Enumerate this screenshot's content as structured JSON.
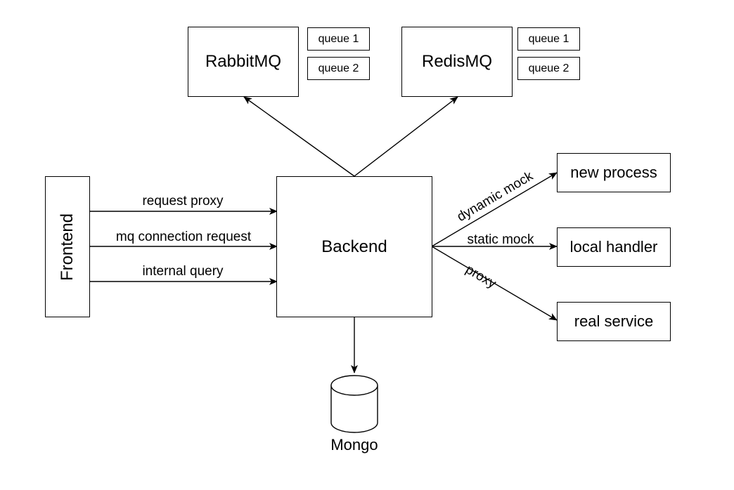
{
  "nodes": {
    "rabbitmq": "RabbitMQ",
    "rabbit_queue1": "queue 1",
    "rabbit_queue2": "queue 2",
    "redismq": "RedisMQ",
    "redis_queue1": "queue 1",
    "redis_queue2": "queue 2",
    "frontend": "Frontend",
    "backend": "Backend",
    "new_process": "new process",
    "local_handler": "local handler",
    "real_service": "real service",
    "mongo": "Mongo"
  },
  "edges": {
    "request_proxy": "request proxy",
    "mq_connection_request": "mq connection request",
    "internal_query": "internal query",
    "dynamic_mock": "dynamic mock",
    "static_mock": "static mock",
    "proxy": "proxy"
  },
  "colors": {
    "stroke": "#000000",
    "fill": "#ffffff"
  }
}
